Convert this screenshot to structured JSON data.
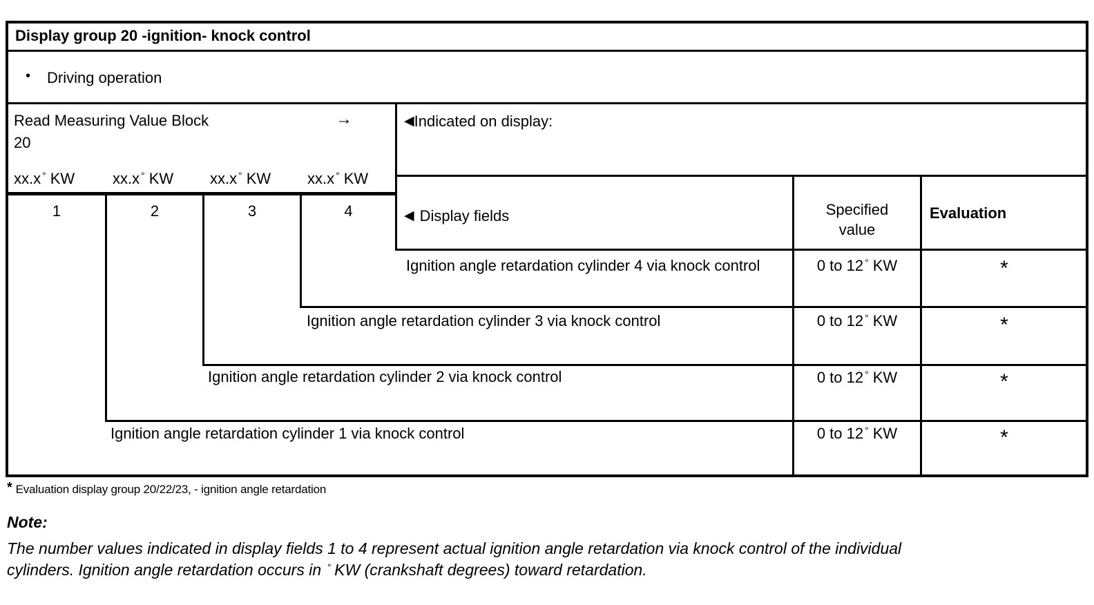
{
  "colors": {
    "ink": "#000000",
    "paper": "#ffffff"
  },
  "header": {
    "title": "Display group 20 -ignition- knock control",
    "bullet": "•",
    "operation": "Driving operation"
  },
  "measuring_block": {
    "label": "Read Measuring Value Block",
    "number": "20",
    "arrow": "→",
    "fields": [
      {
        "prefix": "xx.x",
        "degree": "°",
        "unit": "KW"
      },
      {
        "prefix": "xx.x",
        "degree": "°",
        "unit": "KW"
      },
      {
        "prefix": "xx.x",
        "degree": "°",
        "unit": "KW"
      },
      {
        "prefix": "xx.x",
        "degree": "°",
        "unit": "KW"
      }
    ],
    "field_numbers": [
      "1",
      "2",
      "3",
      "4"
    ]
  },
  "display_panel": {
    "pointer": "◀",
    "indicated_label": "Indicated on display:",
    "display_fields_label": "Display fields",
    "specified_value_header": "Specified value",
    "evaluation_header": "Evaluation"
  },
  "rows": [
    {
      "label": "Ignition angle retardation cylinder 4 via knock control",
      "specified": {
        "prefix": "0 to 12",
        "degree": "°",
        "unit": "KW"
      },
      "evaluation": "*"
    },
    {
      "label": "Ignition angle retardation cylinder 3 via knock control",
      "specified": {
        "prefix": "0 to 12",
        "degree": "°",
        "unit": "KW"
      },
      "evaluation": "*"
    },
    {
      "label": "Ignition angle retardation cylinder 2 via knock control",
      "specified": {
        "prefix": "0 to 12",
        "degree": "°",
        "unit": "KW"
      },
      "evaluation": "*"
    },
    {
      "label": "Ignition angle retardation cylinder 1 via knock control",
      "specified": {
        "prefix": "0 to 12",
        "degree": "°",
        "unit": "KW"
      },
      "evaluation": "*"
    }
  ],
  "footnote": {
    "marker": "*",
    "text": "Evaluation display group 20/22/23, - ignition angle retardation"
  },
  "note": {
    "heading": "Note:",
    "body_before_degree": "The number values indicated in display fields 1 to 4 represent actual ignition angle retardation via knock control of the individual cylinders. Ignition angle retardation occurs in ",
    "degree": "°",
    "body_after_degree": "KW (crankshaft degrees) toward retardation."
  }
}
